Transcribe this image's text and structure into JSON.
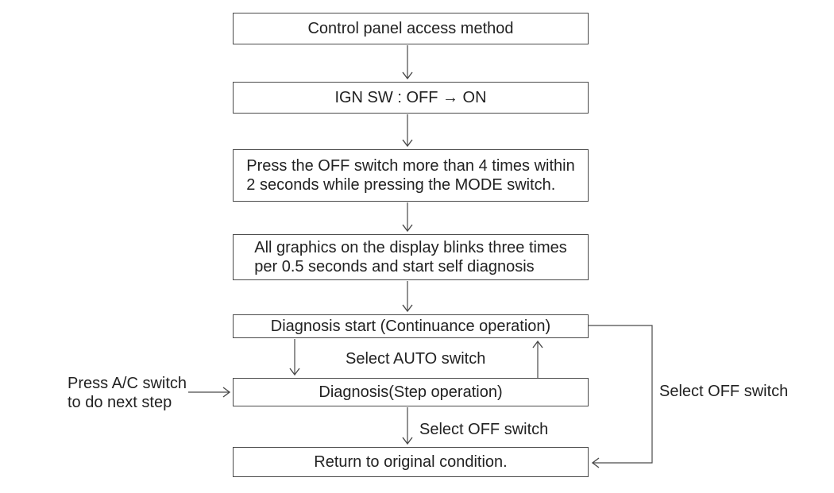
{
  "flowchart": {
    "nodes": [
      {
        "id": "control-panel-access",
        "label": "Control panel access method"
      },
      {
        "id": "ign-sw",
        "label": "IGN SW : OFF → ON"
      },
      {
        "id": "press-off-switch",
        "label": "Press the OFF switch more than 4 times within\n2 seconds while pressing the MODE switch."
      },
      {
        "id": "graphics-blink",
        "label": "All graphics on the display blinks three times\nper 0.5 seconds and start self diagnosis"
      },
      {
        "id": "diagnosis-start",
        "label": "Diagnosis start (Continuance operation)"
      },
      {
        "id": "diagnosis-step",
        "label": "Diagnosis(Step operation)"
      },
      {
        "id": "return-original",
        "label": "Return to original condition."
      }
    ],
    "edges": [
      {
        "from": "control-panel-access",
        "to": "ign-sw",
        "label": ""
      },
      {
        "from": "ign-sw",
        "to": "press-off-switch",
        "label": ""
      },
      {
        "from": "press-off-switch",
        "to": "graphics-blink",
        "label": ""
      },
      {
        "from": "graphics-blink",
        "to": "diagnosis-start",
        "label": ""
      },
      {
        "from": "diagnosis-start",
        "to": "diagnosis-step",
        "label": ""
      },
      {
        "from": "diagnosis-step",
        "to": "diagnosis-start",
        "label": "Select AUTO switch"
      },
      {
        "from": "diagnosis-step",
        "to": "return-original",
        "label": "Select OFF switch"
      },
      {
        "from": "diagnosis-start",
        "to": "return-original",
        "label": "Select OFF switch"
      },
      {
        "from": "press-ac-annotation",
        "to": "diagnosis-step",
        "label": ""
      }
    ],
    "annotation": {
      "press_ac_switch": "Press A/C switch\nto do next step"
    },
    "colors": {
      "line": "#4a4a4a",
      "text": "#222222",
      "background": "#ffffff",
      "box_background": "#ffffff"
    }
  }
}
